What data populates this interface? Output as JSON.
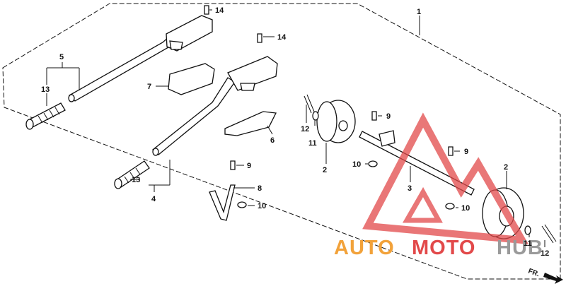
{
  "callouts": {
    "c1": "1",
    "c2a": "2",
    "c2b": "2",
    "c3": "3",
    "c4": "4",
    "c5": "5",
    "c6": "6",
    "c7": "7",
    "c8": "8",
    "c9a": "9",
    "c9b": "9",
    "c9c": "9",
    "c10a": "10",
    "c10b": "10",
    "c10c": "10",
    "c11a": "11",
    "c11b": "11",
    "c12a": "12",
    "c12b": "12",
    "c13a": "13",
    "c13b": "13",
    "c14a": "14",
    "c14b": "14"
  },
  "front_marker": "FR.",
  "watermark": {
    "part1": "AUTO",
    "part2": "MOTO",
    "part3": "HUB",
    "color_primary": "#f2a23a",
    "color_secondary": "#e2494a",
    "color_tertiary": "#9a9a9a"
  }
}
